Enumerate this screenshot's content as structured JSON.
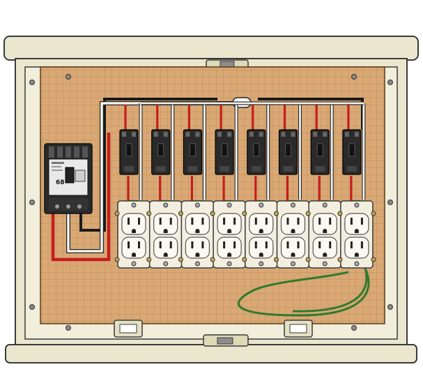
{
  "main_breaker": {
    "rating_label": "68"
  },
  "branch_breaker_count": 8,
  "outlet_count": 8,
  "colors": {
    "enclosure": "#ebe7cf",
    "enclosure_dark": "#d8d2b4",
    "backboard": "#d9a874",
    "grid_line": "#b78852",
    "hot_wire": "#c41d1d",
    "neutral_wire": "#f4f4f0",
    "ground_wire": "#2f7a2f",
    "breaker_body": "#2a2a2a",
    "receptacle": "#f3efe0"
  },
  "icons": {
    "top_latch": "latch-icon",
    "bottom_latch": "latch-icon",
    "left_handle": "handle-icon",
    "right_handle": "handle-icon",
    "screws": "screw-icon"
  }
}
